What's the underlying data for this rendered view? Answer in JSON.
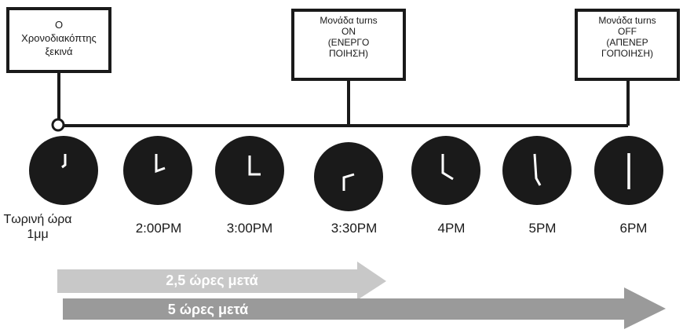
{
  "callouts": {
    "start": "Ο\nΧρονοδιακόπτης\nξεκινά",
    "on": "Μονάδα turns\nON\n(ΕΝΕΡΓΟ\nΠΟΙΗΣΗ)",
    "off": "Μονάδα turns\nOFF\n(ΑΠΕΝΕΡ\nΓΟΠΟΙΗΣΗ)"
  },
  "clocks": [
    {
      "label": "Τωρινή ώρα\n1μμ"
    },
    {
      "label": "2:00PM"
    },
    {
      "label": "3:00PM"
    },
    {
      "label": "3:30PM"
    },
    {
      "label": "4PM"
    },
    {
      "label": "5PM"
    },
    {
      "label": "6PM"
    }
  ],
  "arrows": {
    "short": "2,5 ώρες μετά",
    "long": "5 ώρες μετά"
  },
  "colors": {
    "ink": "#1a1a1a",
    "arrow_short": "#c8c8c8",
    "arrow_long": "#9a9a9a"
  }
}
